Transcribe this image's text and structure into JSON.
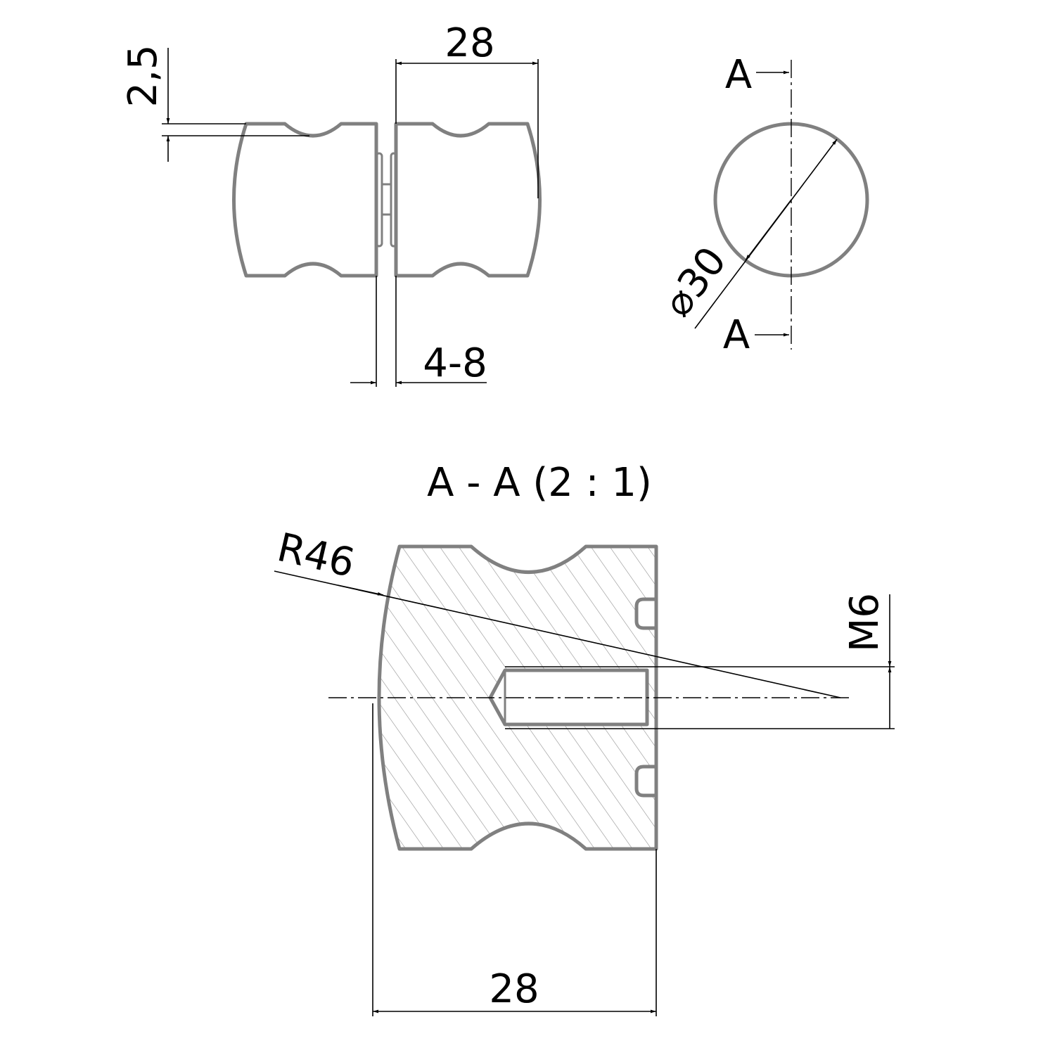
{
  "drawing": {
    "front_view": {
      "dim_width": "28",
      "dim_groove_depth": "2,5",
      "dim_glass_thickness": "4-8"
    },
    "side_view": {
      "dim_diameter": "⌀30",
      "section_mark_top": "A",
      "section_mark_bottom": "A"
    },
    "section_view": {
      "title": "A - A (2 : 1)",
      "dim_radius": "R46",
      "dim_thread": "M6",
      "dim_width": "28"
    },
    "colors": {
      "outline": "#808080",
      "dimension": "#000000"
    }
  }
}
